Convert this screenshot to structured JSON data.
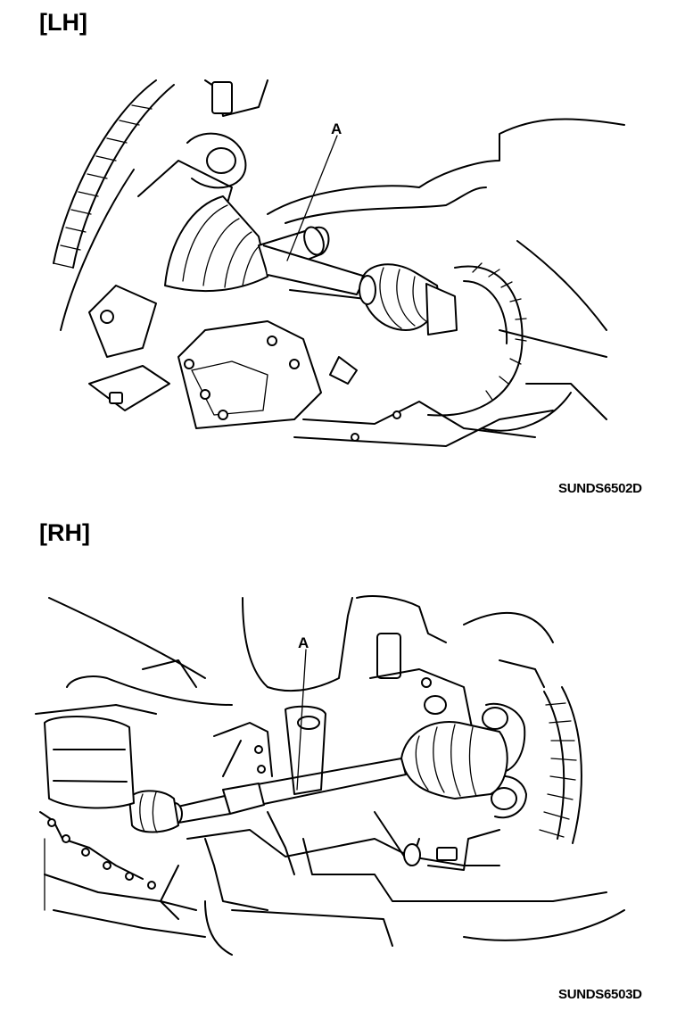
{
  "panels": [
    {
      "label": "[LH]",
      "callout": "A",
      "code": "SUNDS6502D"
    },
    {
      "label": "[RH]",
      "callout": "A",
      "code": "SUNDS6503D"
    }
  ]
}
